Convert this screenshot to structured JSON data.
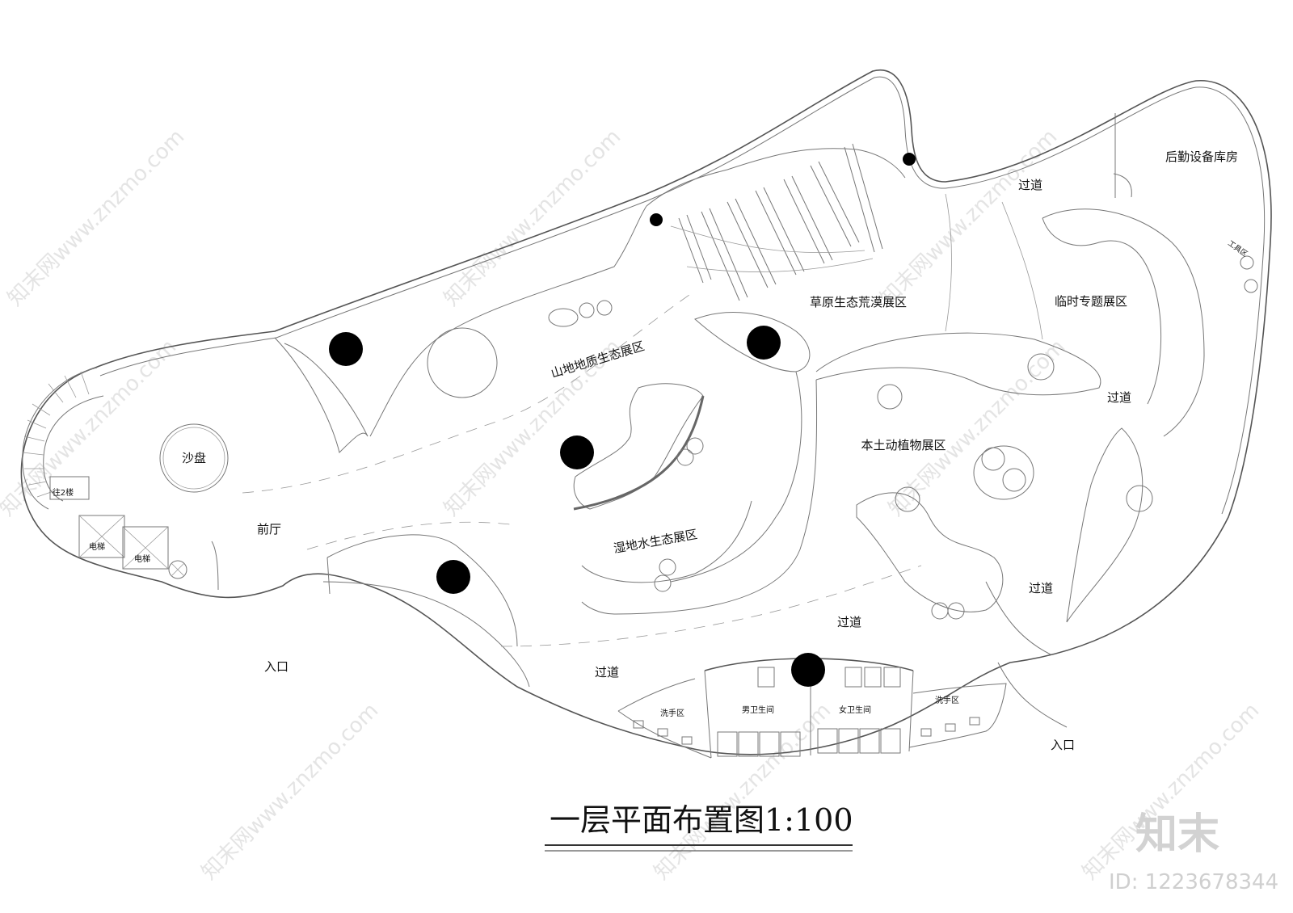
{
  "plan": {
    "title": "一层平面布置图1:100",
    "zones": {
      "sandbox": "沙盘",
      "lobby": "前厅",
      "mountain": "山地地质生态展区",
      "grassland": "草原生态荒漠展区",
      "temporary": "临时专题展区",
      "storage": "后勤设备库房",
      "tools": "工具区",
      "wetland": "湿地水生态展区",
      "native": "本土动植物展区",
      "to_floor2": "往2楼",
      "elevator_1": "电梯",
      "elevator_2": "电梯",
      "men_wc": "男卫生间",
      "women_wc": "女卫生间",
      "wash_left": "洗手区",
      "wash_right": "洗手区"
    },
    "passages": [
      "过道",
      "过道",
      "过道",
      "过道",
      "过道"
    ],
    "entrances": [
      "入口",
      "入口"
    ]
  },
  "watermark": {
    "text": "知末网www.znzmo.com",
    "brand": "知末",
    "id": "ID: 1223678344"
  }
}
